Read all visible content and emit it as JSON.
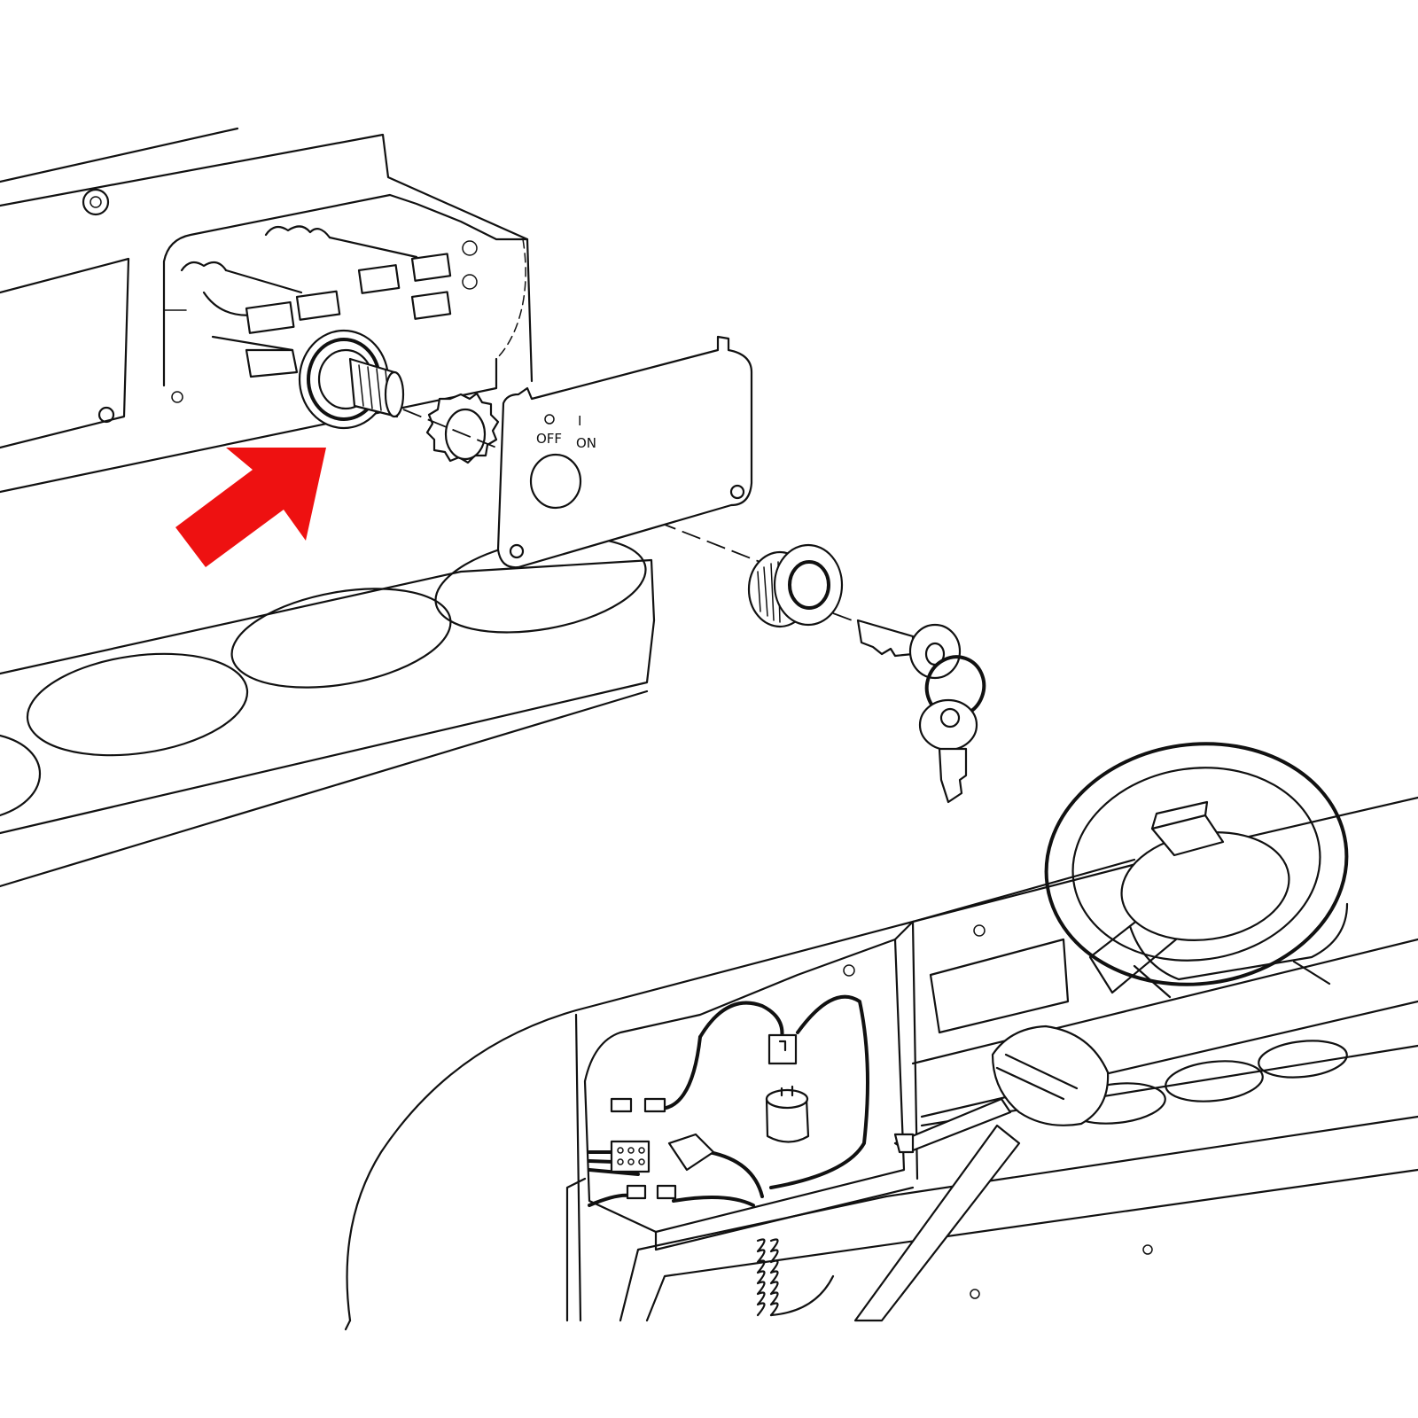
{
  "panel": {
    "label_off": "OFF",
    "label_on": "ON",
    "label_off_mark": "O",
    "label_on_mark": "I"
  },
  "colors": {
    "arrow": "#ee1111",
    "line": "#111111",
    "background": "#ffffff"
  },
  "icons": {
    "arrow": "callout-arrow-icon",
    "key": "key-icon"
  }
}
